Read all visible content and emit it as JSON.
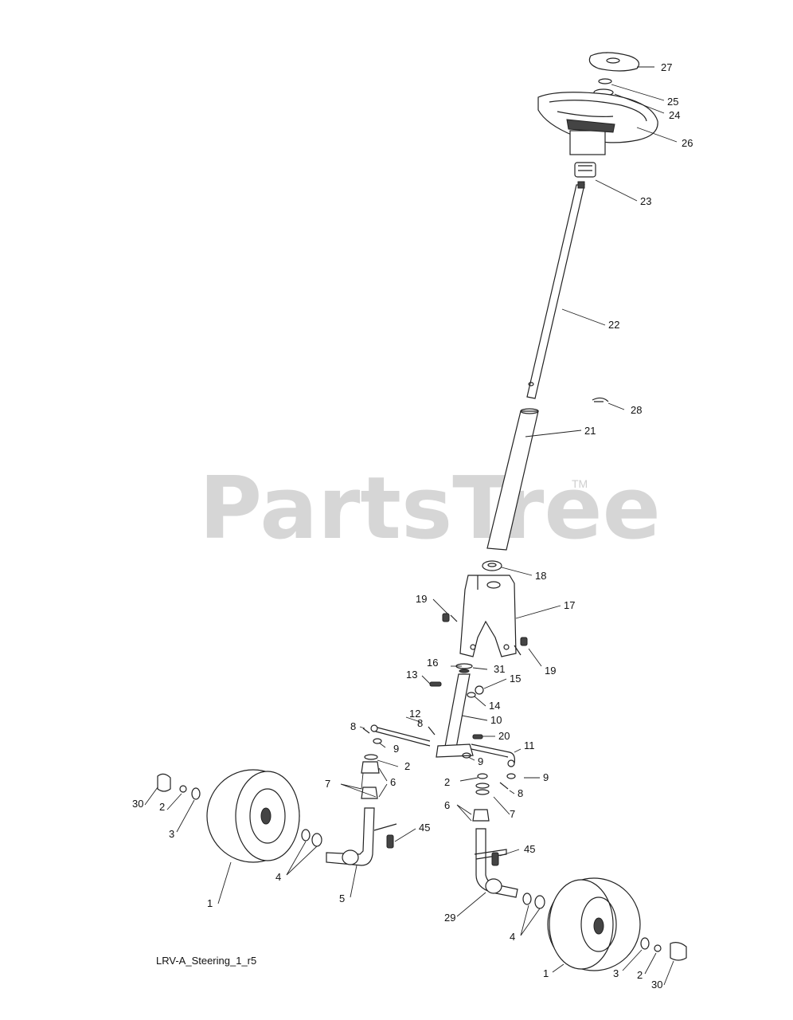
{
  "watermark": {
    "text": "PartsTree",
    "tm": "TM"
  },
  "caption": "LRV-A_Steering_1_r5",
  "callouts": [
    "27",
    "25",
    "24",
    "26",
    "23",
    "22",
    "28",
    "21",
    "18",
    "17",
    "19",
    "19",
    "16",
    "31",
    "13",
    "15",
    "14",
    "10",
    "8",
    "12",
    "8",
    "9",
    "20",
    "11",
    "9",
    "2",
    "9",
    "8",
    "2",
    "7",
    "6",
    "30",
    "2",
    "3",
    "45",
    "45",
    "6",
    "7",
    "4",
    "5",
    "1",
    "29",
    "4",
    "1",
    "3",
    "2",
    "30"
  ]
}
